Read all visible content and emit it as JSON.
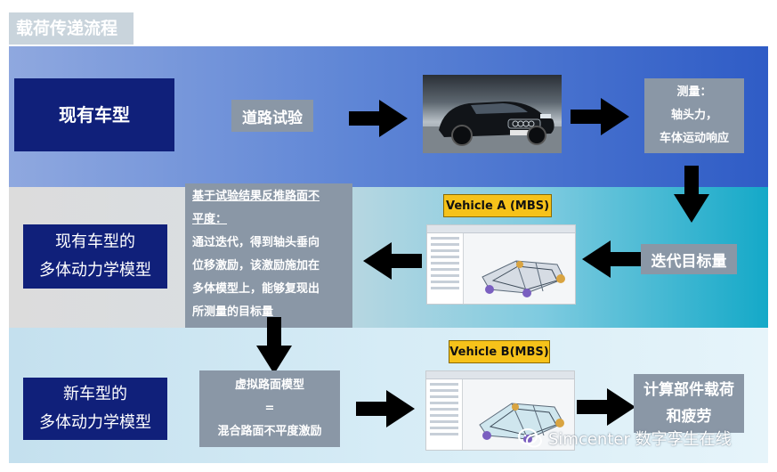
{
  "title": "载荷传递流程",
  "rows": {
    "row1": {
      "left_box": "现有车型",
      "road_test": "道路试验",
      "measure": [
        "测量：",
        "轴头力，",
        "车体运动响应"
      ]
    },
    "row2": {
      "left_box": [
        "现有车型的",
        "多体动力学模型"
      ],
      "description": [
        "基于试验结果反推路面不",
        "平度：",
        "通过迭代，得到轴头垂向",
        "位移激励，该激励施加在",
        "多体模型上，能够复现出",
        "所测量的目标量"
      ],
      "vehicle_label": "Vehicle A (MBS)",
      "iterate_target": "迭代目标量"
    },
    "row3": {
      "left_box": [
        "新车型的",
        "多体动力学模型"
      ],
      "virtual_road": [
        "虚拟路面模型",
        "=",
        "混合路面不平度激励"
      ],
      "vehicle_label": "Vehicle B(MBS)",
      "result": [
        "计算部件载荷",
        "和疲劳"
      ]
    }
  },
  "watermark": "Simcenter 数字孪生在线",
  "colors": {
    "navy": "#10207a",
    "gray_box": "#8a97a6",
    "label_yellow": "#f6c21a",
    "arrow": "#000000"
  },
  "icons": [
    "right-arrow-icon",
    "left-arrow-icon",
    "down-arrow-icon",
    "car-photo",
    "mbs-screenshot",
    "wechat-icon"
  ]
}
